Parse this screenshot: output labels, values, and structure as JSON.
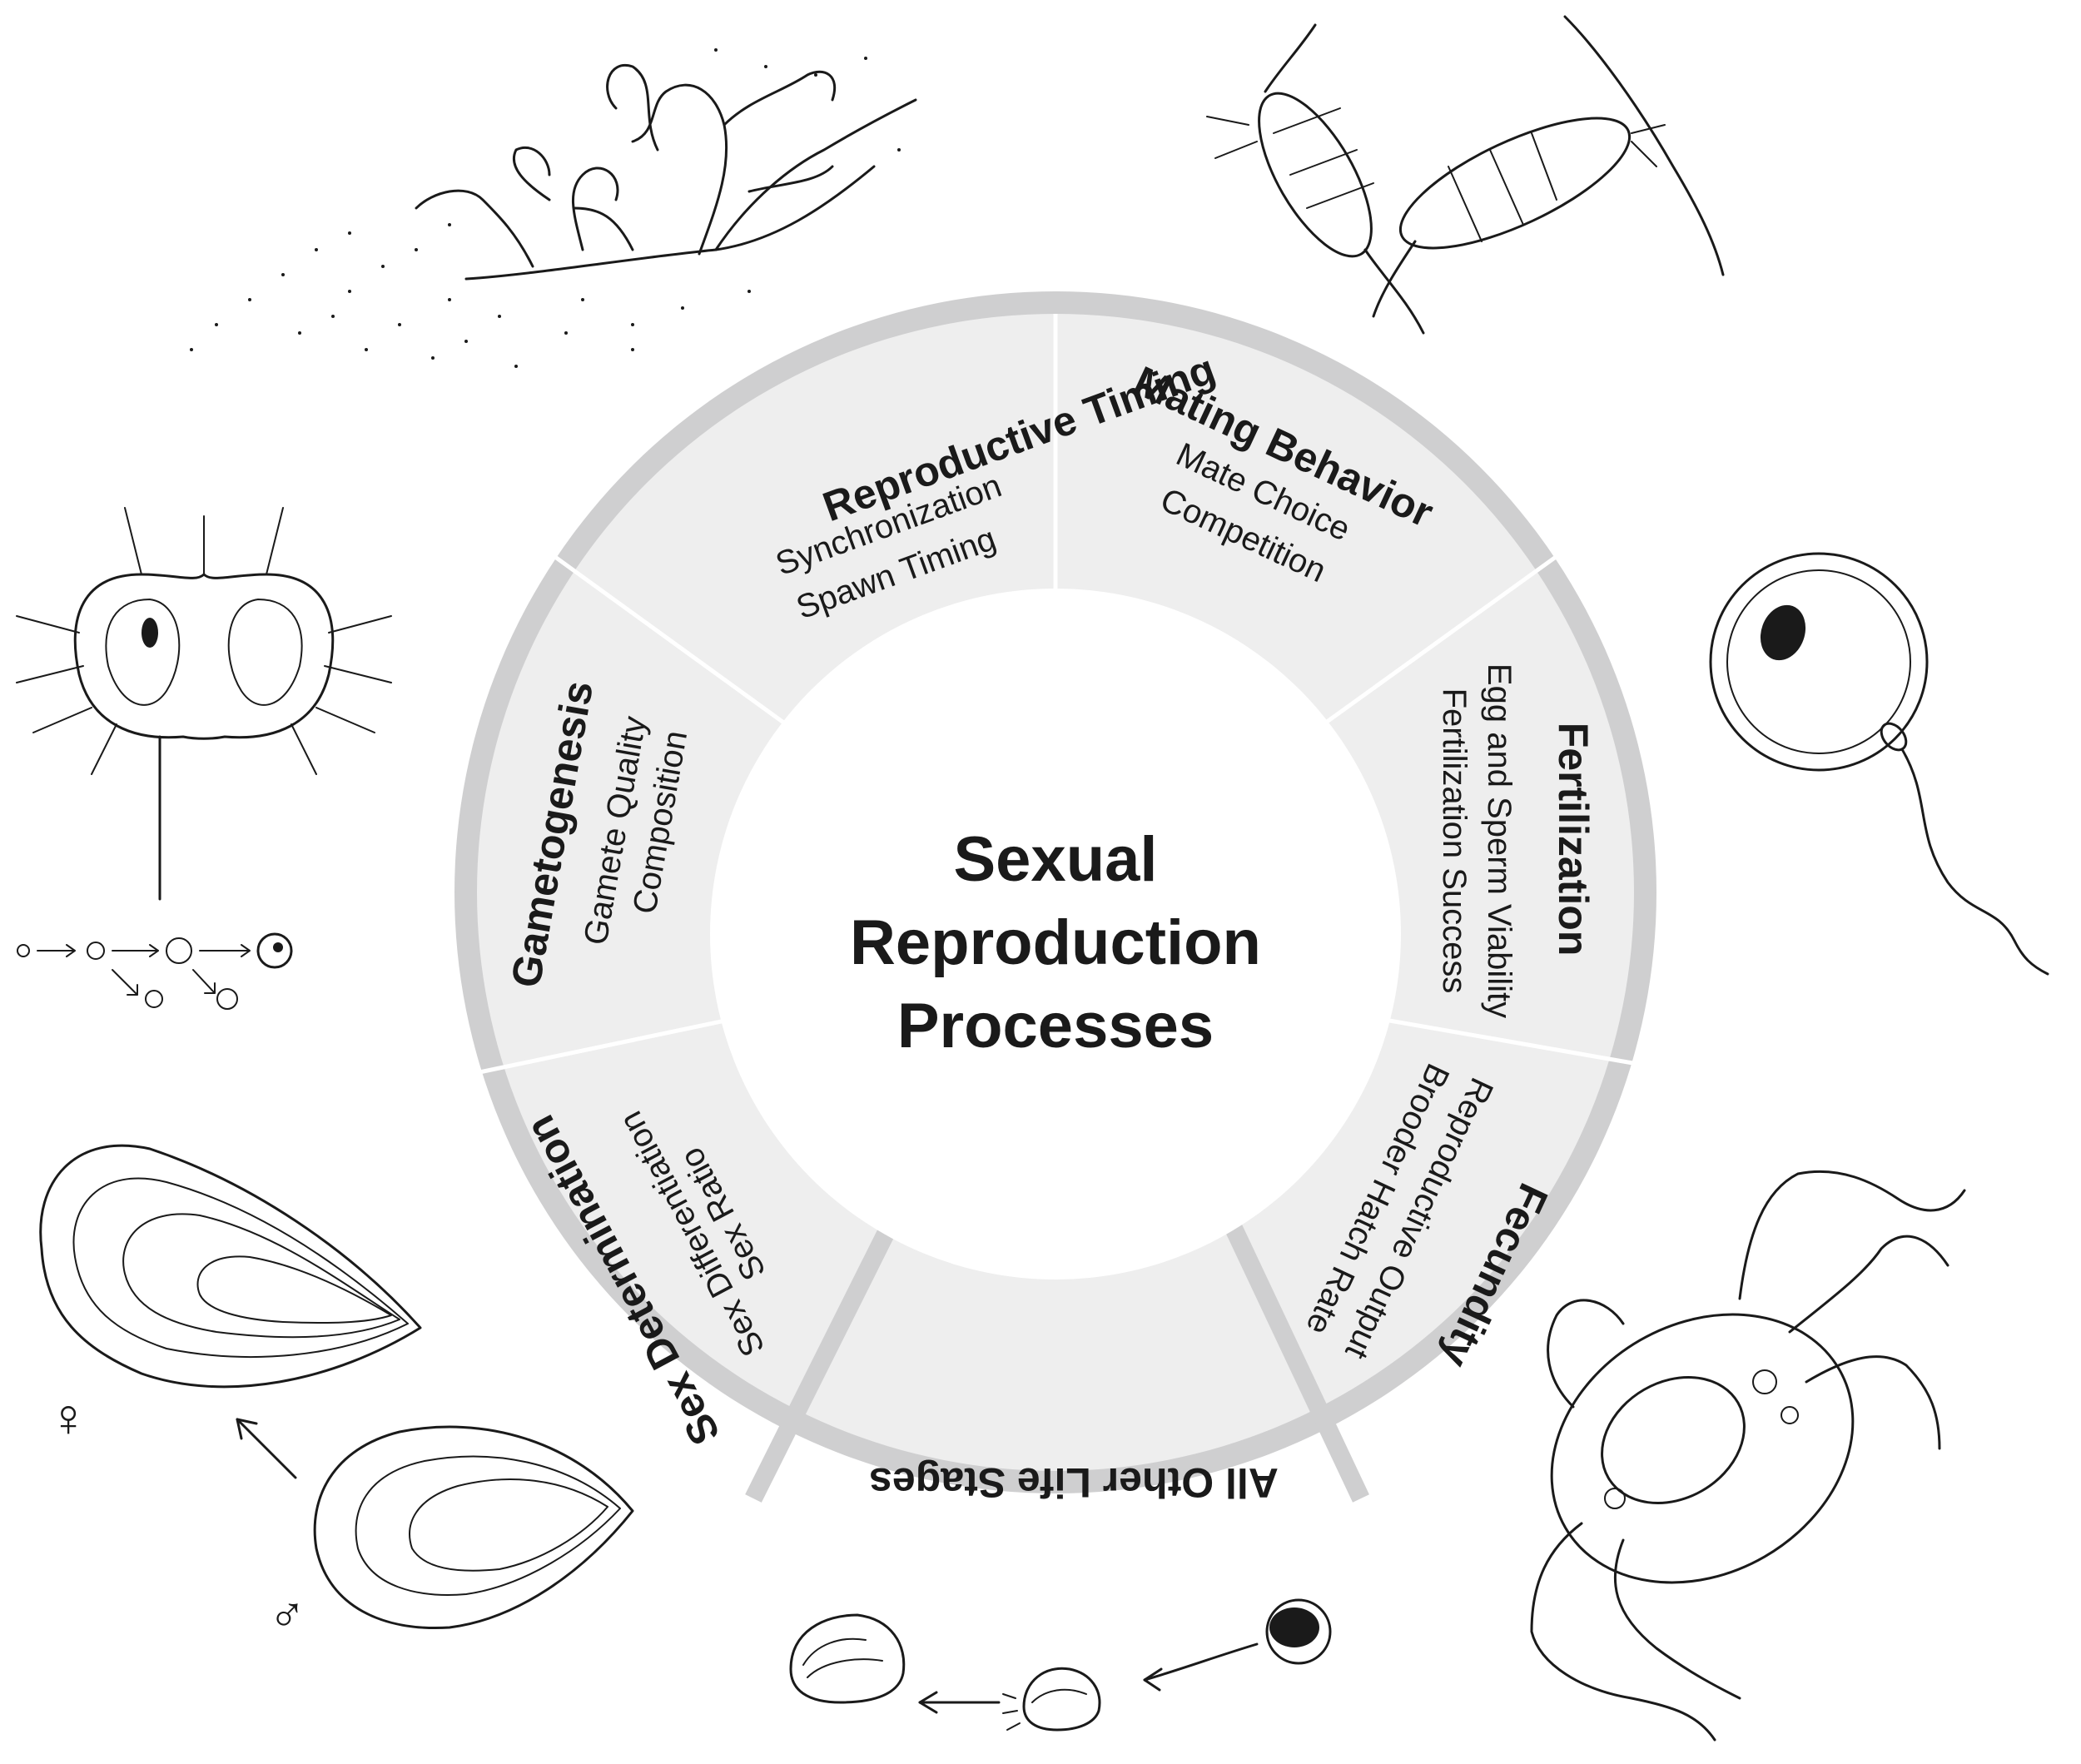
{
  "center": {
    "lines": [
      "Sexual",
      "Reproduction",
      "Processes"
    ]
  },
  "segments": [
    {
      "id": "reproductive-timing",
      "title": "Reproductive Timing",
      "items": [
        "Synchronization",
        "Spawn Timing"
      ]
    },
    {
      "id": "mating-behavior",
      "title": "Mating Behavior",
      "items": [
        "Mate Choice",
        "Competition"
      ]
    },
    {
      "id": "fertilization",
      "title": "Fertilization",
      "items": [
        "Egg and Sperm Viability",
        "Fertilization Success"
      ]
    },
    {
      "id": "fecundity",
      "title": "Fecundity",
      "items": [
        "Reproductive Output",
        "Brooder Hatch Rate"
      ]
    },
    {
      "id": "all-other-life-stages",
      "title": "All Other Life Stages",
      "items": []
    },
    {
      "id": "sex-determination",
      "title": "Sex Determination",
      "items": [
        "Sex Differentiation",
        "Sex Ratio"
      ]
    },
    {
      "id": "gametogenesis",
      "title": "Gametogenesis",
      "items": [
        "Gamete Quality",
        "Composition"
      ]
    }
  ],
  "symbols": {
    "female": "♀",
    "male": "♂"
  },
  "illustrations": [
    {
      "name": "seaweed-illustration",
      "icon": "seaweed-icon"
    },
    {
      "name": "copepods-mating-illustration",
      "icon": "copepod-icon"
    },
    {
      "name": "egg-and-sperm-illustration",
      "icon": "egg-sperm-icon"
    },
    {
      "name": "crab-illustration",
      "icon": "crab-icon"
    },
    {
      "name": "snail-development-illustration",
      "icon": "snail-icon"
    },
    {
      "name": "oysters-sex-change-illustration",
      "icon": "oyster-icon"
    },
    {
      "name": "urchin-larva-illustration",
      "icon": "larva-icon"
    }
  ],
  "colors": {
    "ring_fill": "#eeeeee",
    "ring_border": "#cfcfd0",
    "segment_divider": "#ffffff",
    "center_fill": "#ffffff",
    "text": "#1a1a1a"
  }
}
